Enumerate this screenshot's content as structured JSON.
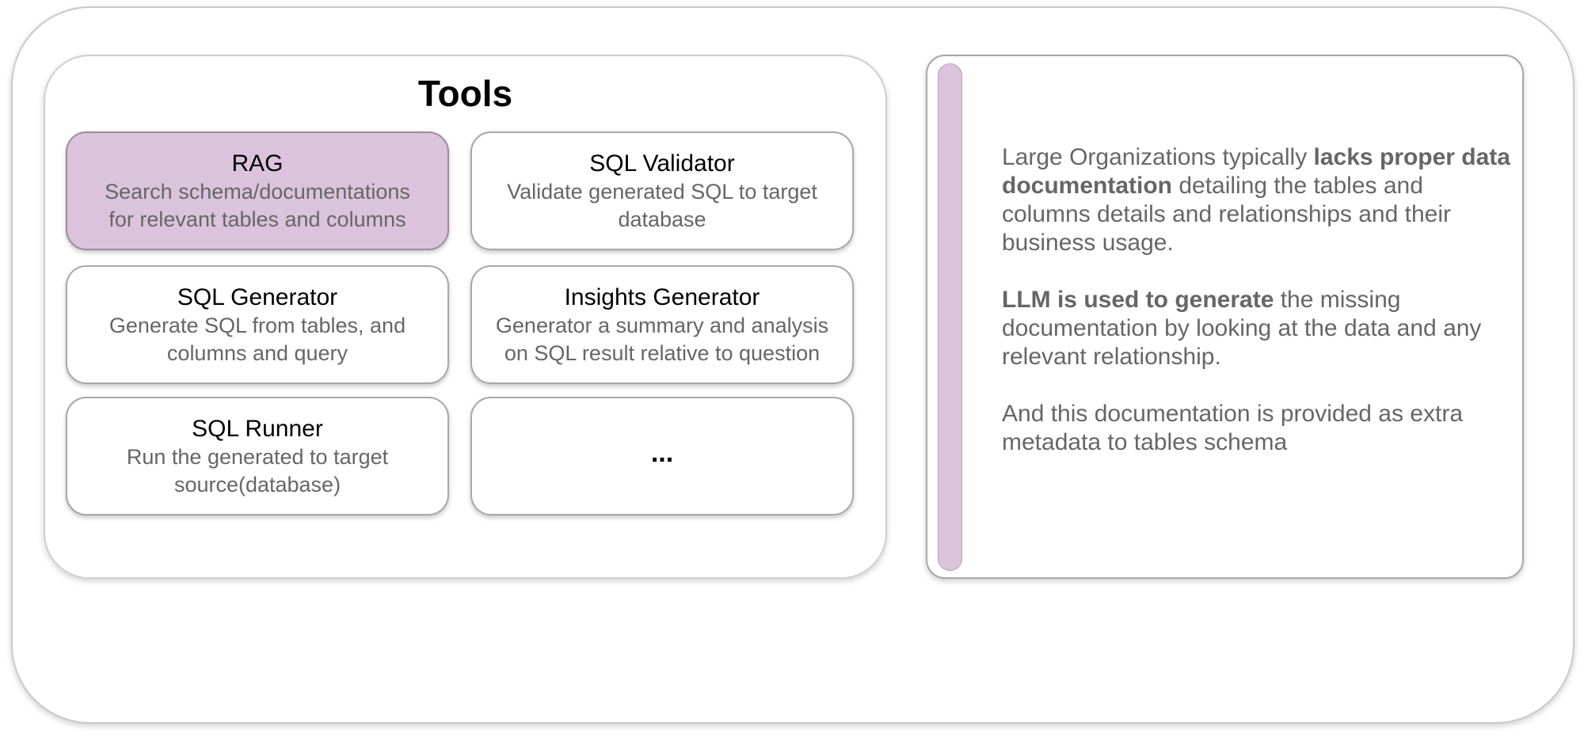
{
  "tools": {
    "title": "Tools",
    "cards": [
      {
        "name": "RAG",
        "desc_line1": "Search schema/documentations",
        "desc_line2": "for relevant tables and columns"
      },
      {
        "name": "SQL Validator",
        "desc_line1": "Validate generated SQL to target",
        "desc_line2": "database"
      },
      {
        "name": "SQL Generator",
        "desc_line1": "Generate SQL from tables, and",
        "desc_line2": "columns and query"
      },
      {
        "name": "Insights Generator",
        "desc_line1": "Generator a summary and analysis",
        "desc_line2": "on SQL result relative to question"
      },
      {
        "name": "SQL Runner",
        "desc_line1": "Run the generated to target",
        "desc_line2": "source(database)"
      },
      {
        "name": "..."
      }
    ]
  },
  "info": {
    "p1_pre": "Large Organizations typically ",
    "p1_bold": "lacks proper data documentation",
    "p1_post": " detailing the tables and columns details and relationships and their business usage.",
    "p2_bold": "LLM is used to generate",
    "p2_post": " the missing documentation by looking at the data and any relevant relationship.",
    "p3": "And this documentation is provided as extra metadata to tables schema"
  },
  "colors": {
    "highlight": "#dbc3dc",
    "description_text": "#666666",
    "border": "#a8a8a8"
  }
}
